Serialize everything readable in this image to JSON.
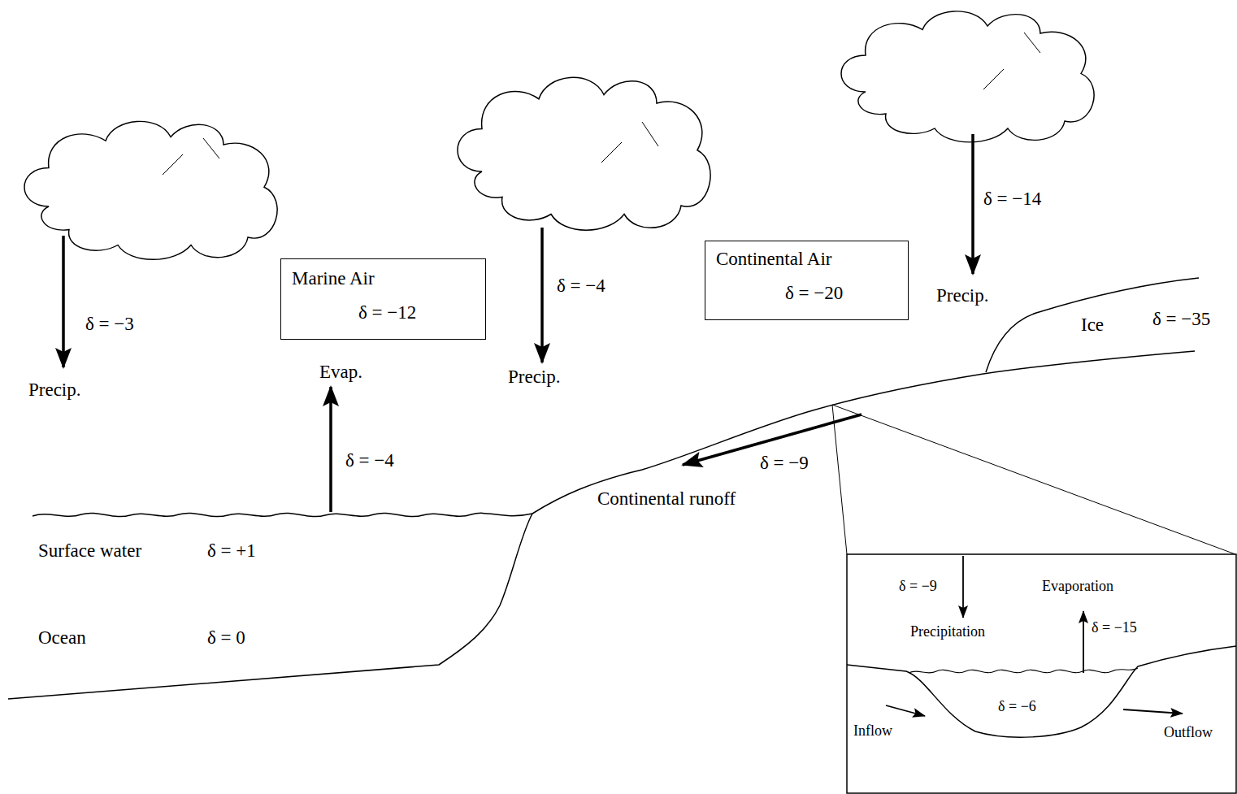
{
  "diagram": {
    "nodes": [
      {
        "text": [
          "Marine Air",
          "δ = −12"
        ]
      },
      {
        "text": [
          "Continental Air",
          "δ = −20"
        ]
      }
    ],
    "labels": [
      "δ = −3",
      "Precip.",
      "Evap.",
      "δ = −4",
      "δ = −4",
      "Precip.",
      "δ = −14",
      "Precip.",
      "Ice",
      "δ = −35",
      "δ = −9",
      "Continental runoff",
      "Surface water",
      "δ = +1",
      "Ocean",
      "δ = 0",
      "δ = −9",
      "Precipitation",
      "Evaporation",
      "δ = −15",
      "δ = −6",
      "Inflow",
      "Outflow"
    ]
  }
}
